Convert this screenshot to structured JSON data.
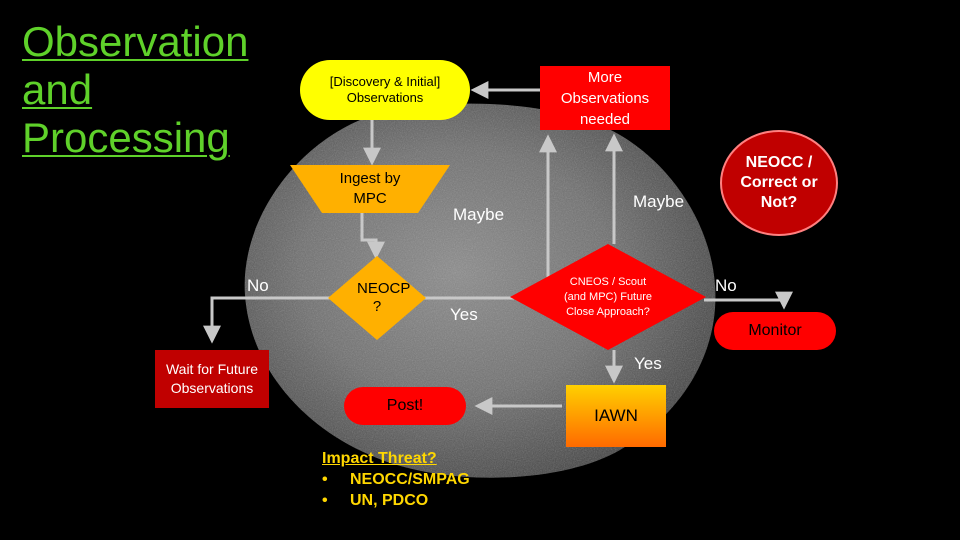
{
  "title": {
    "line1": "Observation",
    "line2": "and",
    "line3": "Processing"
  },
  "nodes": {
    "discovery": "[Discovery & Initial] Observations",
    "more_obs": "More Observations needed",
    "ingest": "Ingest by MPC",
    "neocp": "NEOCP ?",
    "neocc": "NEOCC / Correct or Not?",
    "cneos": "CNEOS / Scout (and MPC) Future Close Approach?",
    "wait": "Wait for Future Observations",
    "post": "Post!",
    "iawn": "IAWN",
    "monitor": "Monitor"
  },
  "edge_labels": {
    "no_left": "No",
    "maybe_center": "Maybe",
    "maybe_right": "Maybe",
    "yes_center": "Yes",
    "no_right": "No",
    "yes_bottom": "Yes"
  },
  "impact": {
    "heading": "Impact Threat?",
    "items": [
      "NEOCC/SMPAG",
      "UN, PDCO"
    ]
  },
  "colors": {
    "title": "#5fd12a",
    "yellow": "#ffff00",
    "orange": "#ffb000",
    "red": "#ff0000",
    "dark_red": "#c00000",
    "impact_text": "#ffd700"
  }
}
